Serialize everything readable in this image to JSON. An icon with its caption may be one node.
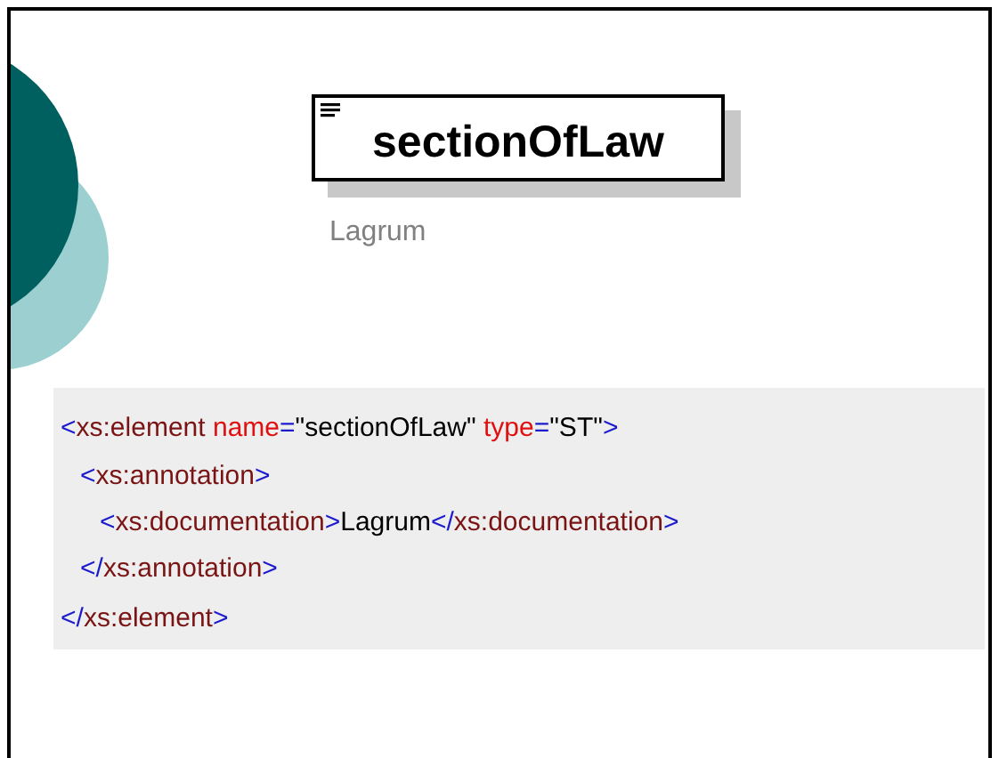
{
  "diagram": {
    "nodes": [
      {
        "text": [
          "sectionOfLaw"
        ],
        "beside": [
          "Lagrum"
        ]
      }
    ],
    "edges": [],
    "labels": [
      "<xs:element name=\"sectionOfLaw\" type=\"ST\">",
      "<xs:annotation>",
      "<xs:documentation>Lagrum</xs:documentation>",
      "</xs:annotation>",
      "</xs:element>"
    ]
  }
}
